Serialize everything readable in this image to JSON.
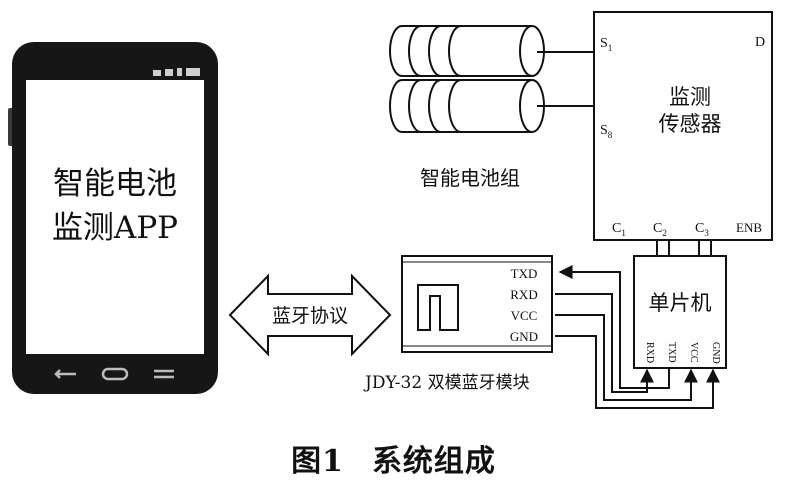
{
  "phone": {
    "title_line1": "智能电池",
    "title_line2": "监测APP"
  },
  "battery_pack": {
    "label": "智能电池组"
  },
  "sensor": {
    "title_line1": "监测",
    "title_line2": "传感器",
    "pin_s_top": "S",
    "pin_s_top_sub": "1",
    "pin_s_bottom": "S",
    "pin_s_bottom_sub": "8",
    "pin_d": "D",
    "pin_c1": "C",
    "pin_c1_sub": "1",
    "pin_c2": "C",
    "pin_c2_sub": "2",
    "pin_c3": "C",
    "pin_c3_sub": "3",
    "pin_enb": "ENB"
  },
  "protocol": {
    "label": "蓝牙协议"
  },
  "bluetooth": {
    "label": "JDY-32 双模蓝牙模块",
    "pins": [
      "TXD",
      "RXD",
      "VCC",
      "GND"
    ]
  },
  "mcu": {
    "label": "单片机",
    "pins": [
      "RXD",
      "TXD",
      "VCC",
      "GND"
    ]
  },
  "caption": {
    "figure": "图1",
    "title": "系统组成"
  }
}
